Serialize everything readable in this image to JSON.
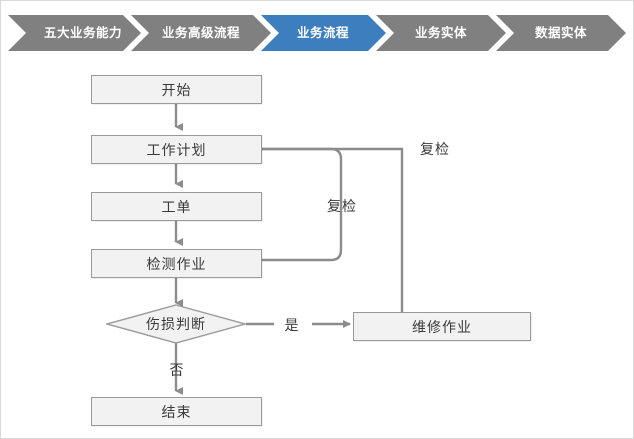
{
  "page": {
    "background": "#ffffff",
    "border_color": "#d9d9d9"
  },
  "breadcrumb": {
    "name": "process-breadcrumb",
    "active_index": 2,
    "active_color": "#3d7ebe",
    "inactive_color": "#808080",
    "text_color": "#ffffff",
    "items": [
      {
        "label": "五大业务能力"
      },
      {
        "label": "业务高级流程"
      },
      {
        "label": "业务流程"
      },
      {
        "label": "业务实体"
      },
      {
        "label": "数据实体"
      }
    ]
  },
  "flowchart": {
    "title": "业务流程",
    "node_fill": "#f2f2f2",
    "node_border": "#9a9a9a",
    "connector_color": "#8c8c8c",
    "text_color": "#3a3a3a",
    "nodes": [
      {
        "id": "start",
        "shape": "rect",
        "label": "开始"
      },
      {
        "id": "plan",
        "shape": "rect",
        "label": "工作计划"
      },
      {
        "id": "order",
        "shape": "rect",
        "label": "工单"
      },
      {
        "id": "inspect",
        "shape": "rect",
        "label": "检测作业"
      },
      {
        "id": "decision",
        "shape": "diamond",
        "label": "伤损判断"
      },
      {
        "id": "repair",
        "shape": "rect",
        "label": "维修作业"
      },
      {
        "id": "end",
        "shape": "rect",
        "label": "结束"
      }
    ],
    "edge_labels": [
      {
        "id": "recheck-inspect",
        "label": "复检"
      },
      {
        "id": "recheck-repair",
        "label": "复检"
      },
      {
        "id": "yes",
        "label": "是"
      },
      {
        "id": "no",
        "label": "否"
      }
    ]
  }
}
